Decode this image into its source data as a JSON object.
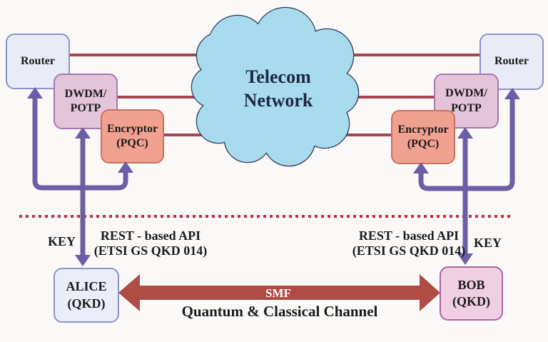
{
  "cloud": {
    "line1": "Telecom",
    "line2": "Network"
  },
  "left": {
    "router": "Router",
    "dwdm": [
      "DWDM/",
      "POTP"
    ],
    "encryptor": [
      "Encryptor",
      "(PQC)"
    ],
    "key": "KEY",
    "api": [
      "REST - based API",
      "(ETSI GS QKD 014)"
    ],
    "endpoint": [
      "ALICE",
      "(QKD)"
    ]
  },
  "right": {
    "router": "Router",
    "dwdm": [
      "DWDM/",
      "POTP"
    ],
    "encryptor": [
      "Encryptor",
      "(PQC)"
    ],
    "key": "KEY",
    "api": [
      "REST - based API",
      "(ETSI GS QKD 014)"
    ],
    "endpoint": [
      "BOB",
      "(QKD)"
    ]
  },
  "channel": {
    "smf": "SMF",
    "caption": "Quantum & Classical Channel"
  },
  "colors": {
    "bg": "#fbf9f7",
    "router_fill": "#e9ecf7",
    "router_border": "#8b93c9",
    "dwdm_fill": "#e4c4d9",
    "dwdm_border": "#a578b2",
    "encryptor_fill": "#f0a190",
    "encryptor_border": "#cb6f60",
    "alice_fill": "#ebeef9",
    "alice_border": "#8b93c9",
    "bob_fill": "#f0cfe2",
    "bob_border": "#ae63a5",
    "cloud_fill": "#a9dbee",
    "cloud_stroke": "#2d3b5f",
    "purple": "#6b5ea6",
    "red_line": "#a7454e",
    "smf_red": "#b04c46",
    "dotted_red": "#b43049",
    "text": "#1b1b1b",
    "cloud_text": "#1d2a40"
  }
}
